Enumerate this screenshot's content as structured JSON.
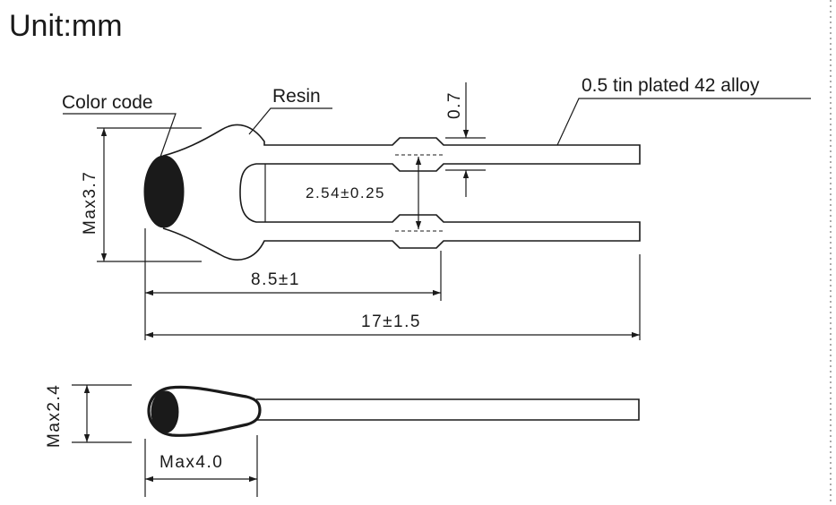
{
  "title": "Unit:mm",
  "labels": {
    "color_code": "Color code",
    "resin": "Resin",
    "lead_material": "0.5 tin plated 42 alloy"
  },
  "dimensions": {
    "max_height": "Max3.7",
    "lead_thickness": "0.7",
    "lead_pitch": "2.54±0.25",
    "body_length": "8.5±1",
    "total_length": "17±1.5",
    "side_max_thickness": "Max2.4",
    "side_max_length": "Max4.0"
  },
  "colors": {
    "ink": "#1a1a1a",
    "background": "#ffffff"
  }
}
